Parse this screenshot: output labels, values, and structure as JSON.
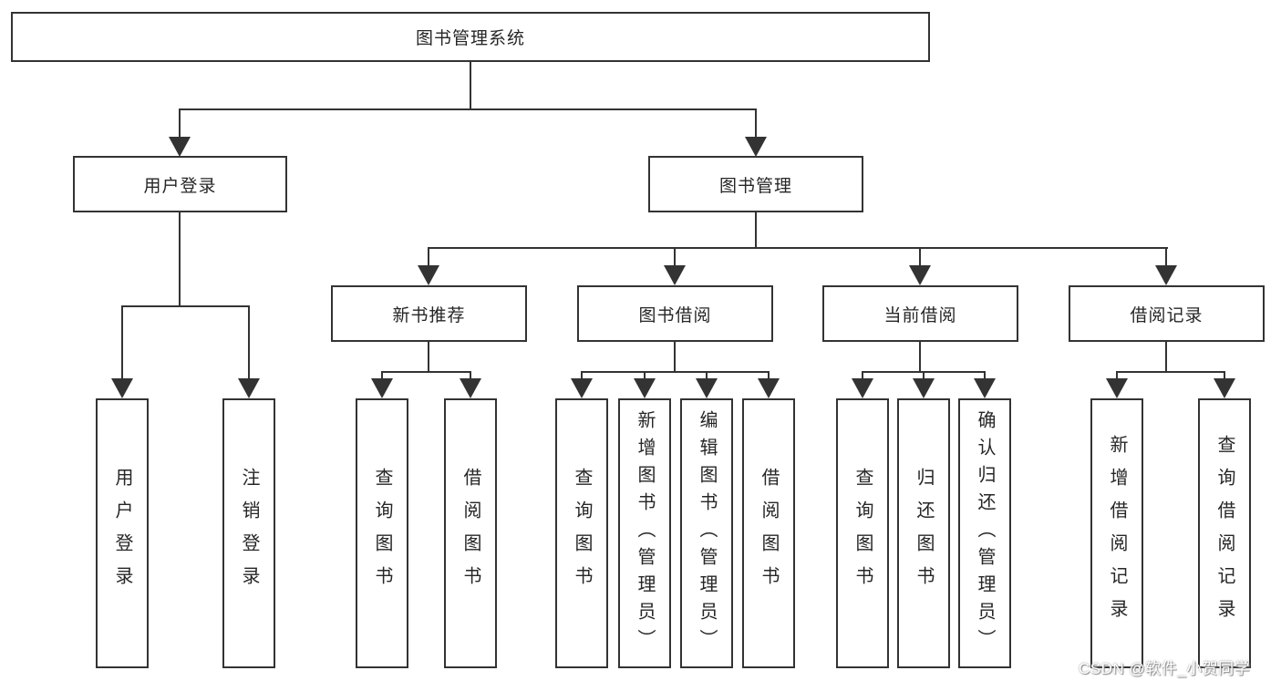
{
  "page": {
    "background": "#ffffff"
  },
  "colors": {
    "node_border": "#333333",
    "connector": "#333333",
    "node_text": "#262626",
    "watermark_text": "#ffffff"
  },
  "watermark": {
    "text": "CSDN @软件_小贺同学"
  },
  "tree": {
    "root": {
      "label": "图书管理系统"
    },
    "branches": [
      {
        "label": "用户登录",
        "children": [
          {
            "label": "用户登录"
          },
          {
            "label": "注销登录"
          }
        ]
      },
      {
        "label": "图书管理",
        "children": [
          {
            "label": "新书推荐",
            "children": [
              {
                "label": "查询图书"
              },
              {
                "label": "借阅图书"
              }
            ]
          },
          {
            "label": "图书借阅",
            "children": [
              {
                "label": "查询图书"
              },
              {
                "label": "新增图书（管理员）"
              },
              {
                "label": "编辑图书（管理员）"
              },
              {
                "label": "借阅图书"
              }
            ]
          },
          {
            "label": "当前借阅",
            "children": [
              {
                "label": "查询图书"
              },
              {
                "label": "归还图书"
              },
              {
                "label": "确认归还（管理员）"
              }
            ]
          },
          {
            "label": "借阅记录",
            "children": [
              {
                "label": "新增借阅记录"
              },
              {
                "label": "查询借阅记录"
              }
            ]
          }
        ]
      }
    ]
  }
}
